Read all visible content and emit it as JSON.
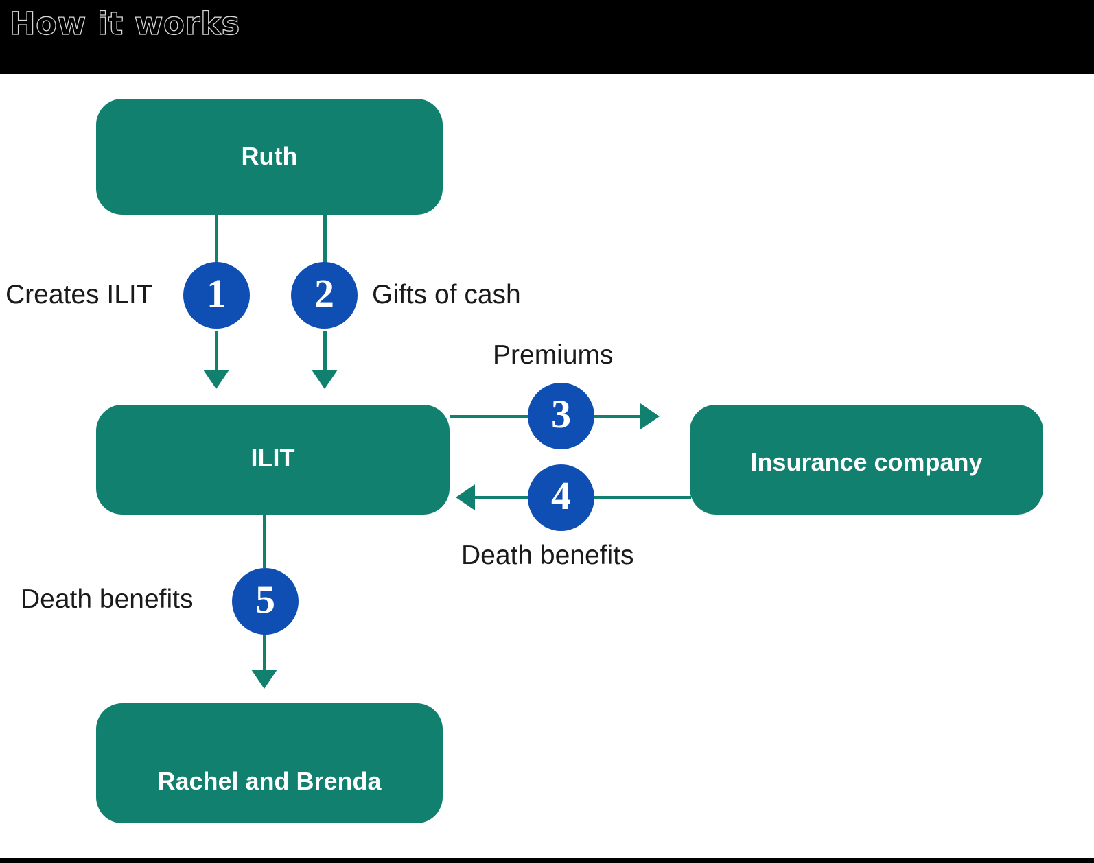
{
  "slide": {
    "title": "How it works",
    "accent_green": "#12806E",
    "accent_blue": "#0F4FB4",
    "header_bar_color": "#000000",
    "text_color": "#1a1a1a"
  },
  "nodes": [
    {
      "id": "ruth",
      "label": "Ruth"
    },
    {
      "id": "ilit",
      "label": "ILIT"
    },
    {
      "id": "insco",
      "label": "Insurance company"
    },
    {
      "id": "heirs",
      "label": "Rachel and Brenda"
    }
  ],
  "steps": [
    {
      "number": "1",
      "label": "Creates ILIT",
      "from": "ruth",
      "to": "ilit"
    },
    {
      "number": "2",
      "label": "Gifts of cash",
      "from": "ruth",
      "to": "ilit"
    },
    {
      "number": "3",
      "label": "Premiums",
      "from": "ilit",
      "to": "insco"
    },
    {
      "number": "4",
      "label": "Death benefits",
      "from": "insco",
      "to": "ilit"
    },
    {
      "number": "5",
      "label": "Death benefits",
      "from": "ilit",
      "to": "heirs"
    }
  ]
}
